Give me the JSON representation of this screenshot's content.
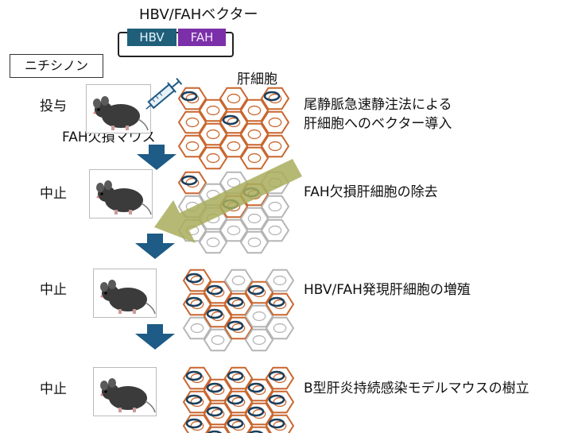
{
  "vector": {
    "title": "HBV/FAHベクター",
    "hbv_label": "HBV",
    "fah_label": "FAH",
    "hbv_color": "#1f5f7a",
    "fah_color": "#7b2fa8"
  },
  "nitisinone_label": "ニチシノン",
  "hepatocyte_label": "肝細胞",
  "mouse_label": "FAH欠損マウス",
  "steps": [
    {
      "drug_state": "投与",
      "description_line1": "尾静脈急速静注法による",
      "description_line2": "肝細胞へのベクター導入"
    },
    {
      "drug_state": "中止",
      "description": "FAH欠損肝細胞の除去"
    },
    {
      "drug_state": "中止",
      "description": "HBV/FAH発現肝細胞の増殖"
    },
    {
      "drug_state": "中止",
      "description": "B型肝炎持続感染モデルマウスの樹立"
    }
  ],
  "colors": {
    "cell_orange": "#c9662e",
    "cell_gray": "#b5b5b5",
    "arrow_blue": "#1e5b86",
    "arrow_olive": "#a9ad5c",
    "vector_navy": "#1b3f5c"
  }
}
